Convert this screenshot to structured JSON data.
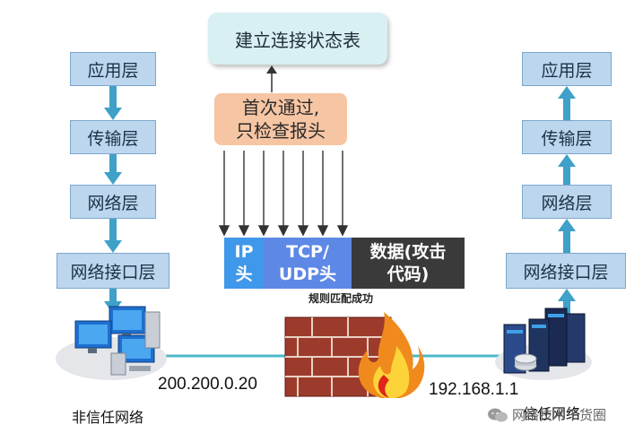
{
  "state_table": "建立连接状态表",
  "first_pass": {
    "line1": "首次通过,",
    "line2": "只检查报头"
  },
  "left_stack": [
    "应用层",
    "传输层",
    "网络层",
    "网络接口层"
  ],
  "right_stack": [
    "应用层",
    "传输层",
    "网络层",
    "网络接口层"
  ],
  "packet": {
    "ip": {
      "line1": "IP",
      "line2": "头"
    },
    "tcp": {
      "line1": "TCP/",
      "line2": "UDP头"
    },
    "data": {
      "line1": "数据(攻击",
      "line2": "代码)"
    }
  },
  "rule_match": "规则匹配成功",
  "left_ip": "200.200.0.20",
  "right_ip": "192.168.1.1",
  "left_label": "非信任网络",
  "right_label": "信任网络",
  "watermark": "网络技术干货圈",
  "colors": {
    "layer_fill": "#bcd6ee",
    "arrow": "#3fa0c8",
    "link_line": "#4cb8c8"
  }
}
